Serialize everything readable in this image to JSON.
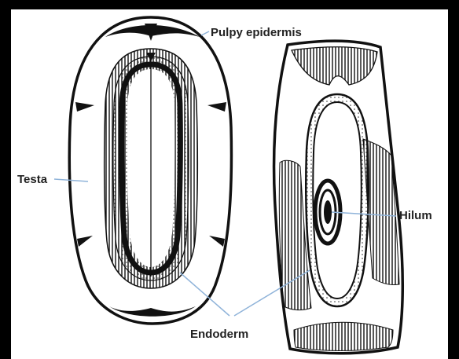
{
  "diagram": {
    "labels": {
      "pulpy_epidermis": "Pulpy epidermis",
      "testa": "Testa",
      "hilum": "Hilum",
      "endoderm": "Endoderm"
    },
    "colors": {
      "ink": "#111111",
      "leader": "#8fb3d9",
      "frame": "#000000",
      "paper": "#ffffff"
    }
  }
}
